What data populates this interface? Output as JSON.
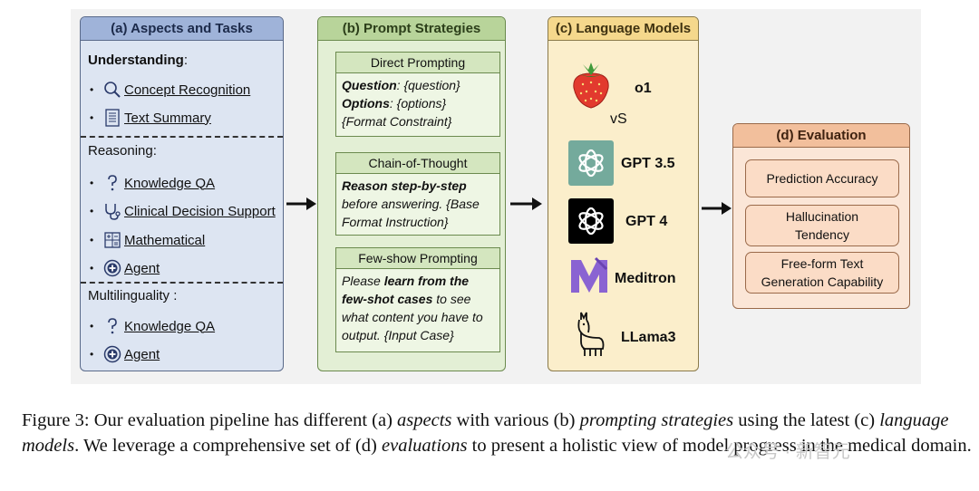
{
  "panel_a": {
    "title": "(a) Aspects and Tasks",
    "understanding": "Understanding",
    "understanding_colon": ":",
    "items_understanding": [
      "Concept Recognition",
      "Text Summary"
    ],
    "reasoning": "Reasoning",
    "reasoning_colon": ":",
    "items_reasoning": [
      "Knowledge QA",
      "Clinical Decision Support",
      "Mathematical",
      "Agent"
    ],
    "multilinguality": "Multilinguality",
    "multilinguality_colon": " :",
    "items_multilinguality": [
      "Knowledge QA",
      "Agent"
    ],
    "bullet": "•"
  },
  "panel_b": {
    "title": "(b) Prompt Strategies",
    "direct": {
      "title": "Direct Prompting",
      "q_label": "Question",
      "q_value": ": {question}",
      "o_label": "Options",
      "o_value": ": {options}",
      "format": "{Format Constraint}"
    },
    "cot": {
      "title": "Chain-of-Thought",
      "bold": "Reason step-by-step",
      "rest": " before answering. {Base Format Instruction}"
    },
    "fewshot": {
      "title": "Few-show Prompting",
      "pre": "Please ",
      "bold": "learn from the few-shot cases",
      "rest": " to see what content you have to output. {Input Case}"
    }
  },
  "panel_c": {
    "title": "(c) Language Models",
    "models": [
      "o1",
      "GPT 3.5",
      "GPT 4",
      "Meditron",
      "LLama3"
    ],
    "vs": "vS"
  },
  "panel_d": {
    "title": "(d) Evaluation",
    "items": [
      "Prediction Accuracy",
      "Hallucination Tendency",
      "Free-form Text Generation Capability"
    ]
  },
  "caption": {
    "t1": "Figure 3: Our evaluation pipeline has different (a) ",
    "i1": "aspects",
    "t2": " with various (b) ",
    "i2": "prompting strategies",
    "t3": " using the latest (c) ",
    "i3": "language models",
    "t4": ". We leverage a comprehensive set of (d) ",
    "i4": "evaluations",
    "t5": " to present a holistic view of model progress in the medical domain."
  },
  "watermark": "公众号 · 新智元",
  "colors": {
    "panel_a": "#9fb3d9",
    "panel_b": "#b8d49a",
    "panel_c": "#f5d88c",
    "panel_d": "#f2bf9c"
  }
}
